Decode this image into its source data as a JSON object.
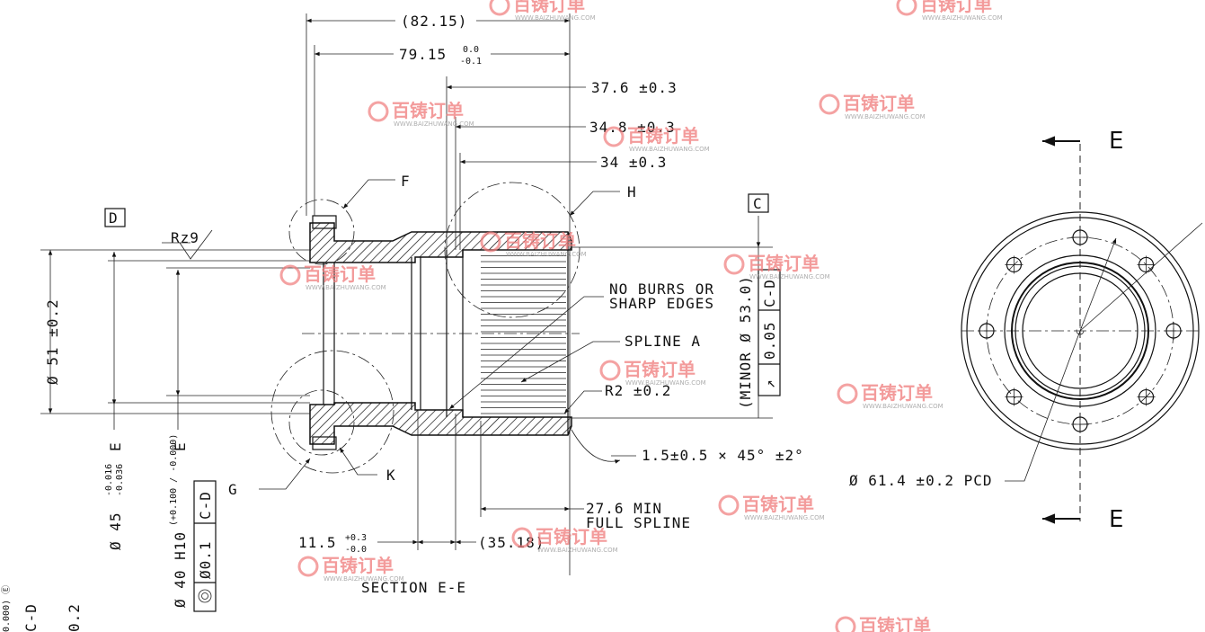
{
  "drawing": {
    "section_title": "SECTION E-E",
    "dims": {
      "overall_ref": "(82.15)",
      "length": "79.15",
      "length_tol_upper": "0.0",
      "length_tol_lower": "-0.1",
      "d376": "37.6 ±0.3",
      "d348": "34.8 ±0.3",
      "d34": "34 ±0.3",
      "d115": "11.5",
      "d115_tol_upper": "+0.3",
      "d115_tol_lower": "-0.0",
      "d3518": "(35.18)",
      "spline_min_1": "27.6 MIN",
      "spline_min_2": "FULL SPLINE",
      "chamfer": "1.5±0.5 × 45° ±2°",
      "radius": "R2 ±0.2",
      "pcd": "Ø 61.4 ±0.2 PCD",
      "outer_dia": "Ø 51 ±0.2",
      "bore_45": "Ø 45",
      "bore_45_tol_upper": "-0.016",
      "bore_45_tol_lower": "-0.036",
      "bore_40": "Ø 40 H10",
      "bore_40_tol": "(+0.100 / -0.000)",
      "minor_dia": "(MINOR Ø 53.0)",
      "roughness": "Rz9"
    },
    "notes": {
      "burrs_1": "NO BURRS OR",
      "burrs_2": "SHARP EDGES",
      "spline": "SPLINE A"
    },
    "callouts": {
      "F": "F",
      "G": "G",
      "H": "H",
      "K": "K",
      "D": "D",
      "C": "C",
      "E_top": "E",
      "E_bottom": "E",
      "E_circle": "E"
    },
    "fcf": {
      "runout_1_sym": "↗",
      "runout_1_val": "0.05",
      "runout_1_ref": "C-D",
      "pos_sym": "Ø",
      "pos_val": "Ø0.1",
      "pos_ref": "C-D",
      "conc_sym": "◎"
    },
    "edge_left": {
      "t1": "0.000) Ⓔ",
      "t2": "C-D",
      "t3": "0.2"
    }
  },
  "watermark": {
    "brand": "百铸订单",
    "url": "WWW.BAIZHUWANG.COM",
    "color": "#f07a7a"
  }
}
